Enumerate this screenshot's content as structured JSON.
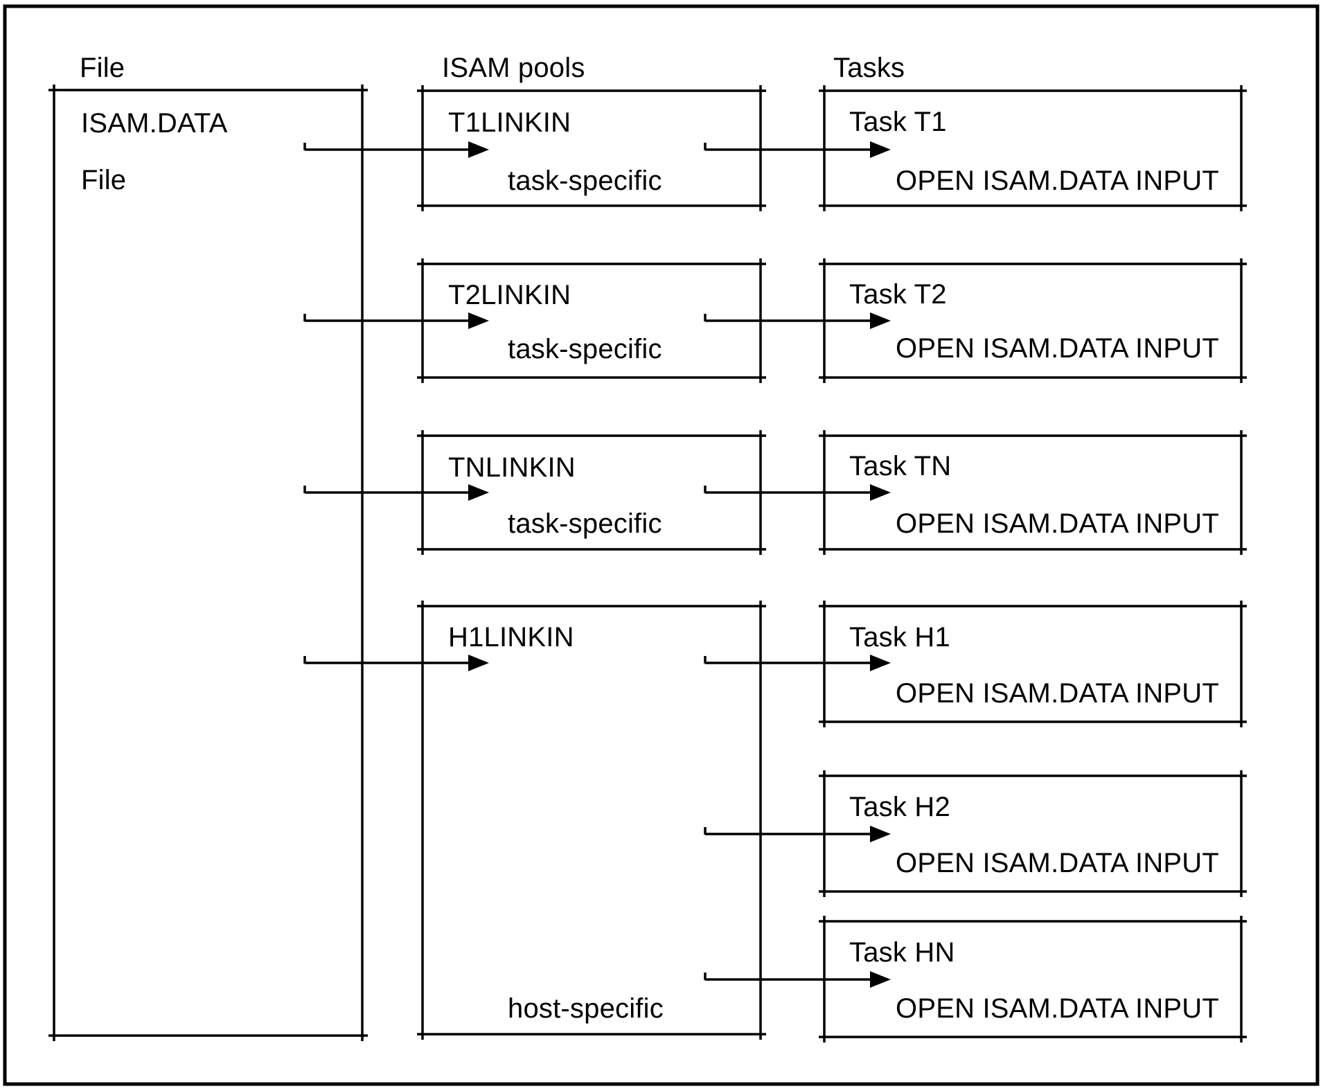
{
  "colors": {
    "ink": "#000000",
    "paper": "#ffffff"
  },
  "columns": {
    "file_label": "File",
    "pools_label": "ISAM pools",
    "tasks_label": "Tasks"
  },
  "file_box": {
    "title": "ISAM.DATA",
    "subtitle": "File"
  },
  "pools": [
    {
      "name": "T1LINKIN",
      "scope": "task-specific"
    },
    {
      "name": "T2LINKIN",
      "scope": "task-specific"
    },
    {
      "name": "TNLINKIN",
      "scope": "task-specific"
    },
    {
      "name": "H1LINKIN",
      "scope": "host-specific"
    }
  ],
  "tasks": [
    {
      "name": "Task T1",
      "statement": "OPEN ISAM.DATA INPUT"
    },
    {
      "name": "Task T2",
      "statement": "OPEN ISAM.DATA INPUT"
    },
    {
      "name": "Task TN",
      "statement": "OPEN ISAM.DATA INPUT"
    },
    {
      "name": "Task H1",
      "statement": "OPEN ISAM.DATA INPUT"
    },
    {
      "name": "Task H2",
      "statement": "OPEN ISAM.DATA INPUT"
    },
    {
      "name": "Task HN",
      "statement": "OPEN ISAM.DATA INPUT"
    }
  ]
}
